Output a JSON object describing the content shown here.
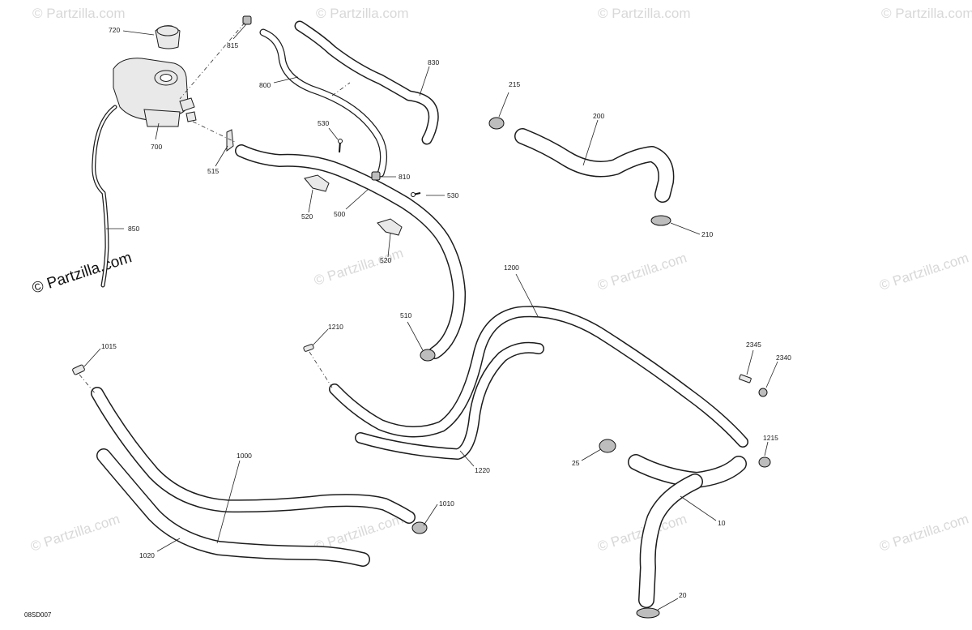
{
  "diagram": {
    "code": "08SD007",
    "watermark_text": "© Partzilla.com",
    "callouts": {
      "c720": "720",
      "c815": "815",
      "c800": "800",
      "c830": "830",
      "c700": "700",
      "c515": "515",
      "c530a": "530",
      "c810": "810",
      "c530b": "530",
      "c520a": "520",
      "c500": "500",
      "c520b": "520",
      "c850": "850",
      "c215": "215",
      "c200": "200",
      "c210": "210",
      "c510": "510",
      "c1210": "1210",
      "c1200": "1200",
      "c1015": "1015",
      "c1000": "1000",
      "c1010": "1010",
      "c1020": "1020",
      "c1220": "1220",
      "c2345": "2345",
      "c2340": "2340",
      "c1215": "1215",
      "c25": "25",
      "c10": "10",
      "c20": "20"
    }
  },
  "colors": {
    "line": "#1c1c1c",
    "watermark": "#d8d8d8",
    "clamp": "#bdbdbd"
  }
}
